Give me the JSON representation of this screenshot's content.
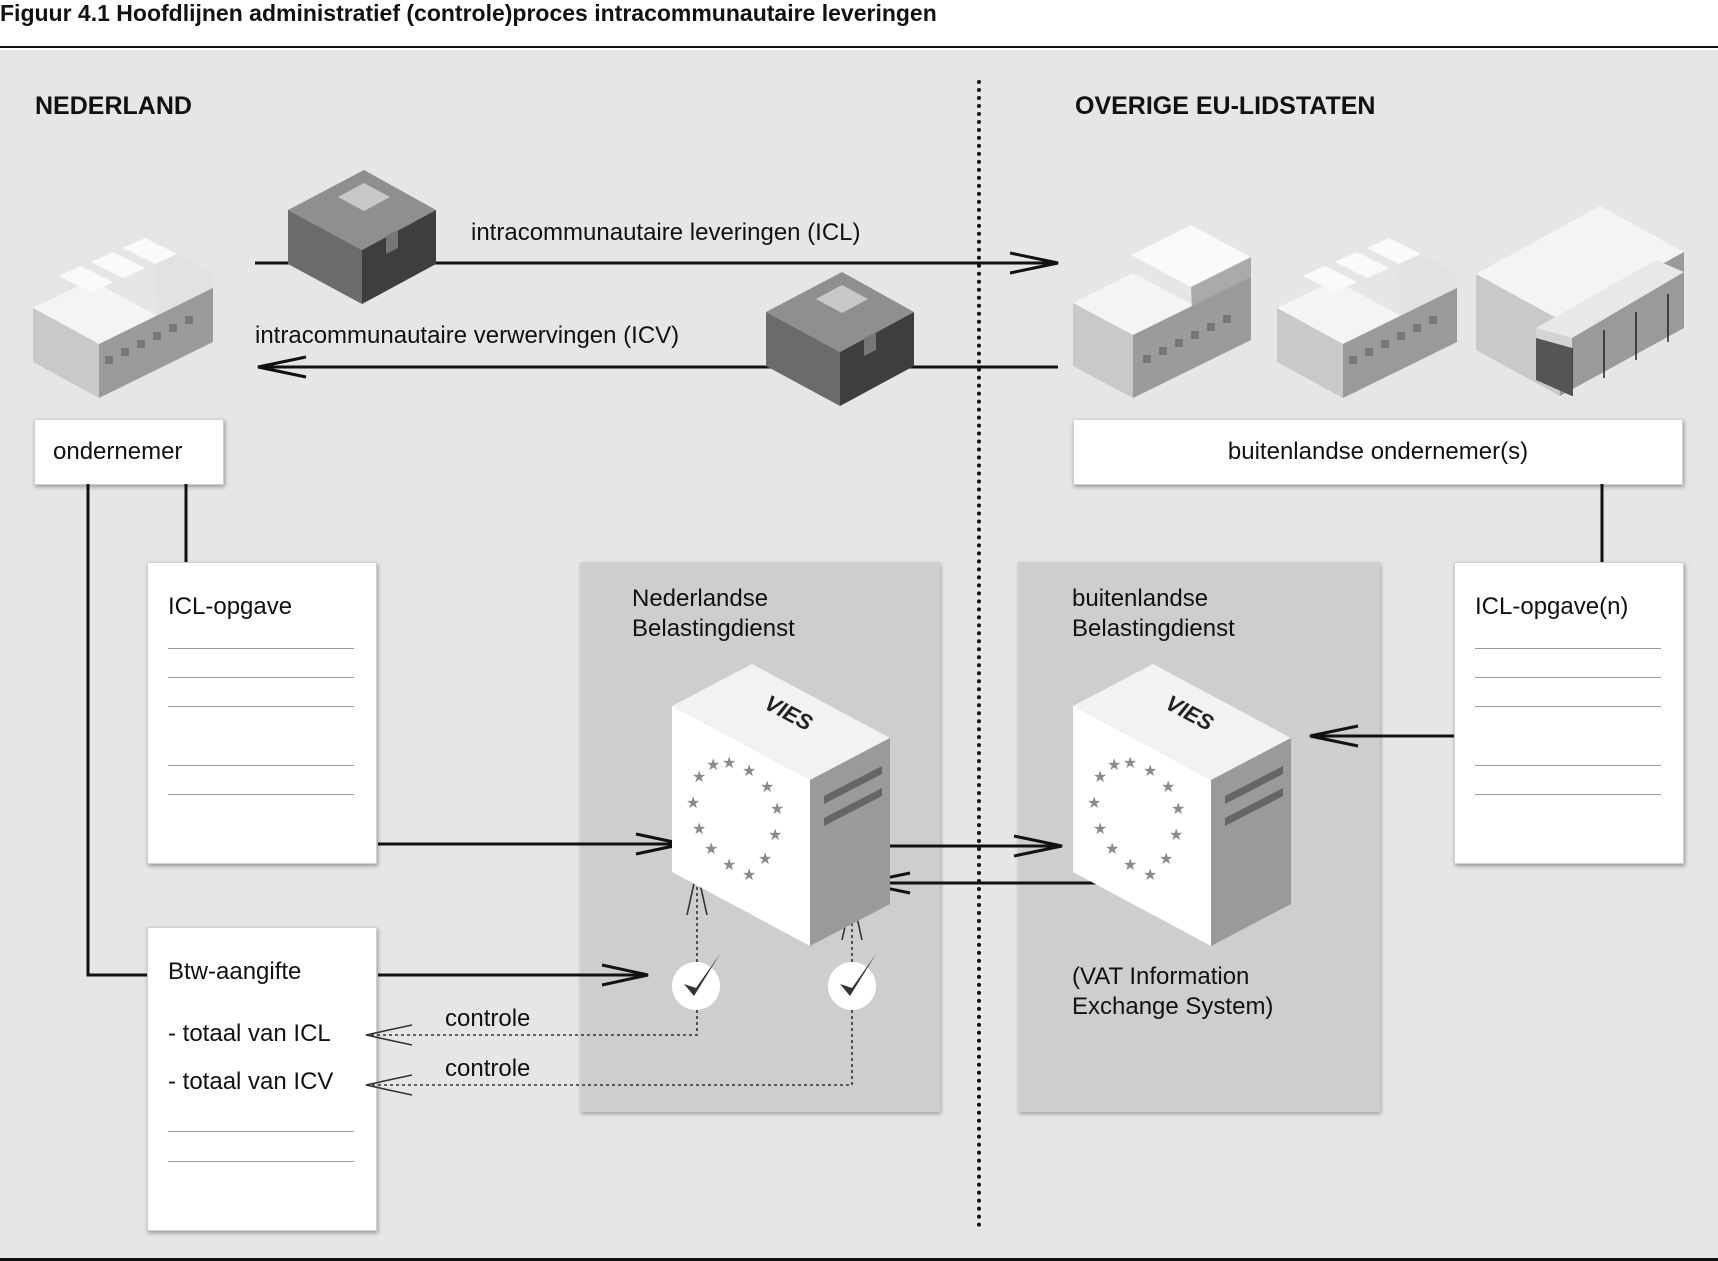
{
  "title": "Figuur 4.1 Hoofdlijnen administratief (controle)proces intracommunautaire leveringen",
  "regions": {
    "left": "NEDERLAND",
    "right": "OVERIGE EU-LIDSTATEN"
  },
  "flows": {
    "icl": "intracommunautaire leveringen (ICL)",
    "icv": "intracommunautaire verwervingen (ICV)"
  },
  "entities": {
    "ondernemer": "ondernemer",
    "buitenlandse_ondernemers": "buitenlandse ondernemer(s)"
  },
  "documents": {
    "icl_opgave": "ICL-opgave",
    "icl_opgaven": "ICL-opgave(n)",
    "btw_aangifte": {
      "title": "Btw-aangifte",
      "line_icl": "- totaal van ICL",
      "line_icv": "- totaal van ICV"
    }
  },
  "authorities": {
    "nl": [
      "Nederlandse",
      "Belastingdienst"
    ],
    "foreign": [
      "buitenlandse",
      "Belastingdienst"
    ]
  },
  "vies": {
    "label": "VIES",
    "caption": [
      "(VAT Information",
      "Exchange System)"
    ]
  },
  "controle": [
    "controle",
    "controle"
  ]
}
